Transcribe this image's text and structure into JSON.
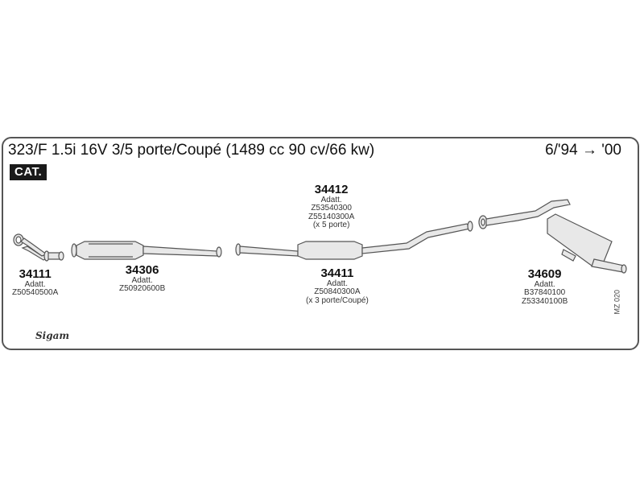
{
  "header": {
    "title": "323/F 1.5i 16V 3/5 porte/Coupé (1489 cc 90 cv/66 kw)",
    "date_range": "6/'94 → '00",
    "badge": "CAT."
  },
  "parts": [
    {
      "number": "34111",
      "adapter_label": "Adatt.",
      "codes": [
        "Z50540500A"
      ]
    },
    {
      "number": "34306",
      "adapter_label": "Adatt.",
      "codes": [
        "Z50920600B"
      ]
    },
    {
      "number": "34412",
      "adapter_label": "Adatt.",
      "codes": [
        "Z53540300",
        "Z55140300A",
        "(x 5 porte)"
      ]
    },
    {
      "number": "34411",
      "adapter_label": "Adatt.",
      "codes": [
        "Z50840300A",
        "(x 3 porte/Coupé)"
      ]
    },
    {
      "number": "34609",
      "adapter_label": "Adatt.",
      "codes": [
        "B37840100",
        "Z53340100B"
      ]
    }
  ],
  "reference": "MZ 020",
  "logo": "Sigam",
  "colors": {
    "line": "#555555",
    "fill": "#e6e6e6",
    "badge_bg": "#1a1a1a"
  }
}
